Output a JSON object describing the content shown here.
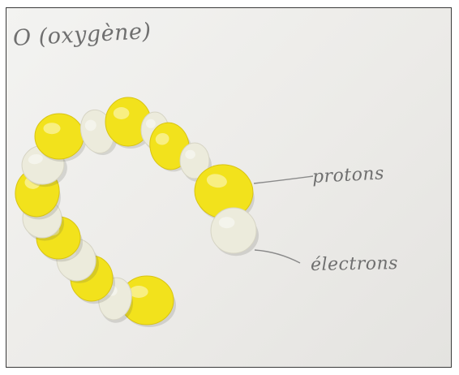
{
  "photo": {
    "title": "O (oxygène)",
    "labels": {
      "protons": "protons",
      "electrons": "électrons"
    },
    "colors": {
      "proton": "#f2e21c",
      "electron": "#ecebdc",
      "paper": "#efeeeb",
      "ink": "#6f6f6f"
    }
  }
}
